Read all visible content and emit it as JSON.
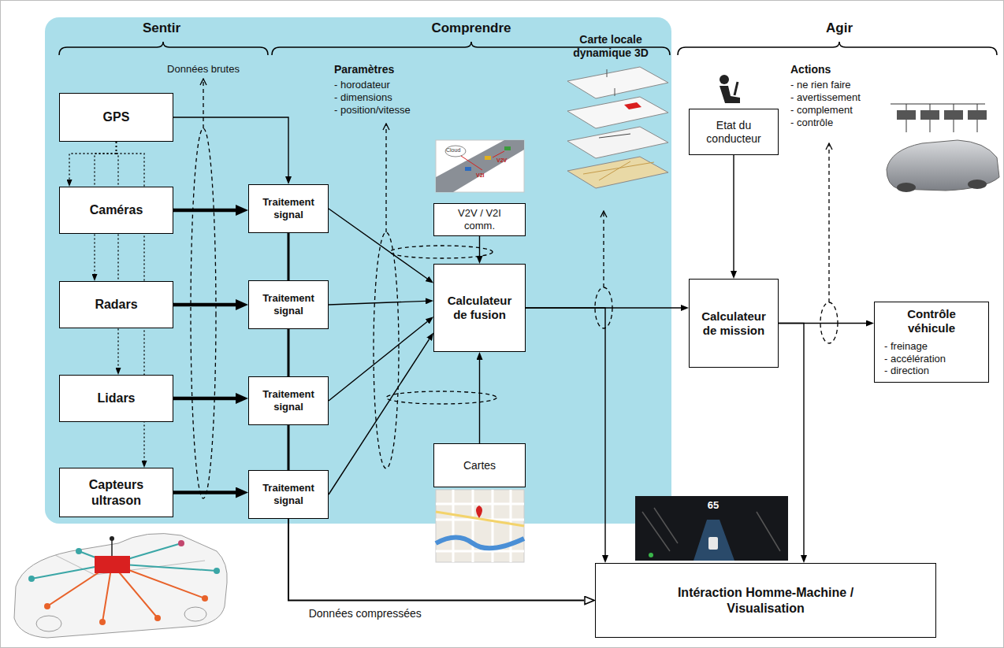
{
  "diagram": {
    "nodes": [
      {
        "text": [
          "GPS"
        ]
      },
      {
        "text": [
          "Caméras"
        ]
      },
      {
        "text": [
          "Radars"
        ]
      },
      {
        "text": [
          "Lidars"
        ]
      },
      {
        "text": [
          "Capteurs ultrason"
        ]
      },
      {
        "text": [
          "Traitement signal"
        ]
      },
      {
        "text": [
          "Traitement signal"
        ]
      },
      {
        "text": [
          "Traitement signal"
        ]
      },
      {
        "text": [
          "Traitement signal"
        ]
      },
      {
        "text": [
          "V2V / V2I comm."
        ]
      },
      {
        "text": [
          "Calculateur de fusion"
        ]
      },
      {
        "text": [
          "Cartes"
        ]
      },
      {
        "text": [
          "Etat du conducteur"
        ]
      },
      {
        "text": [
          "Calculateur de mission"
        ]
      },
      {
        "text": [
          "Contrôle véhicule",
          "- freinage",
          "- accélération",
          "- direction"
        ]
      },
      {
        "text": [
          "Intéraction Homme-Machine / Visualisation"
        ]
      }
    ],
    "edges": [
      {
        "from": 0,
        "to": 5,
        "arrow": "to"
      },
      {
        "from": 0,
        "to": 1,
        "arrow": "to"
      },
      {
        "from": 0,
        "to": 2,
        "arrow": "to"
      },
      {
        "from": 0,
        "to": 3,
        "arrow": "to"
      },
      {
        "from": 0,
        "to": 4,
        "arrow": "to"
      },
      {
        "from": 1,
        "to": 5,
        "arrow": "to"
      },
      {
        "from": 2,
        "to": 6,
        "arrow": "to"
      },
      {
        "from": 3,
        "to": 7,
        "arrow": "to"
      },
      {
        "from": 4,
        "to": 8,
        "arrow": "to"
      },
      {
        "from": 5,
        "to": 6,
        "arrow": "none"
      },
      {
        "from": 6,
        "to": 7,
        "arrow": "none"
      },
      {
        "from": 7,
        "to": 8,
        "arrow": "none"
      },
      {
        "from": 8,
        "to": 15,
        "label": "Données compressées",
        "arrow": "to"
      },
      {
        "from": 5,
        "to": 10,
        "arrow": "to"
      },
      {
        "from": 6,
        "to": 10,
        "arrow": "to"
      },
      {
        "from": 7,
        "to": 10,
        "arrow": "to"
      },
      {
        "from": 8,
        "to": 10,
        "arrow": "to"
      },
      {
        "from": 9,
        "to": 10,
        "arrow": "to"
      },
      {
        "from": 11,
        "to": 10,
        "arrow": "to"
      },
      {
        "from": 10,
        "to": 13,
        "arrow": "to"
      },
      {
        "from": 10,
        "to": 15,
        "arrow": "to"
      },
      {
        "from": 12,
        "to": 13,
        "arrow": "to"
      },
      {
        "from": 13,
        "to": 14,
        "arrow": "to"
      },
      {
        "from": 13,
        "to": 15,
        "arrow": "to"
      }
    ],
    "labels": [
      "Sentir",
      "Comprendre",
      "Agir",
      "Données brutes",
      "Paramètres",
      "- horodateur",
      "- dimensions",
      "- position/vitesse",
      "Carte locale dynamique 3D",
      "Actions",
      "- ne rien faire",
      "- avertissement",
      "- complement",
      "- contrôle",
      "65",
      "Cloud",
      "V2I",
      "V2V"
    ]
  }
}
